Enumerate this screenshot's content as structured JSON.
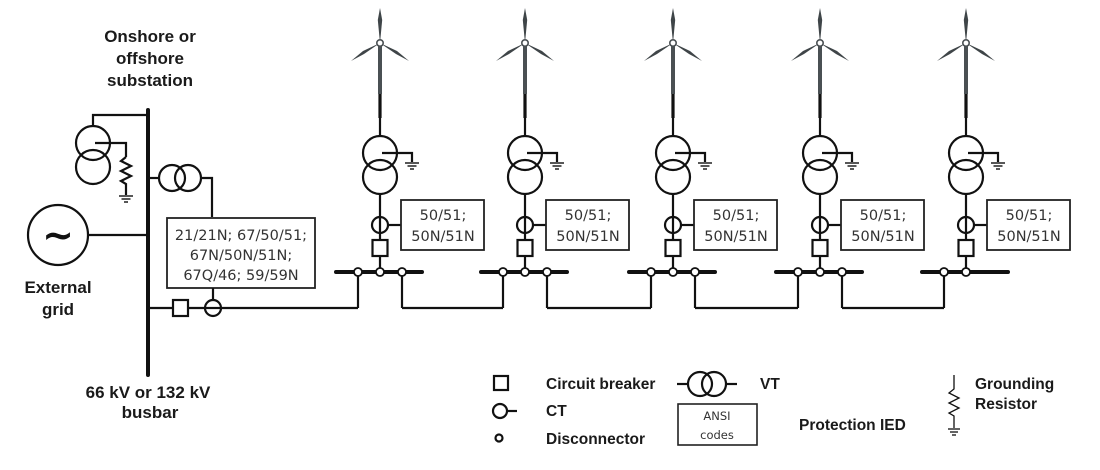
{
  "substation": {
    "title_lines": [
      "Onshore or",
      "offshore",
      "substation"
    ],
    "busbar_label_lines": [
      "66 kV or 132 kV",
      "busbar"
    ],
    "external_grid_label_lines": [
      "External",
      "grid"
    ],
    "generator_symbol": "~",
    "main_ied_codes": [
      "21/21N; 67/50/51;",
      "67N/50N/51N;",
      "67Q/46; 59/59N"
    ]
  },
  "feeders": [
    {
      "name": "wind-turbine-1",
      "ied_codes": [
        "50/51;",
        "50N/51N"
      ]
    },
    {
      "name": "wind-turbine-2",
      "ied_codes": [
        "50/51;",
        "50N/51N"
      ]
    },
    {
      "name": "wind-turbine-3",
      "ied_codes": [
        "50/51;",
        "50N/51N"
      ]
    },
    {
      "name": "wind-turbine-4",
      "ied_codes": [
        "50/51;",
        "50N/51N"
      ]
    },
    {
      "name": "wind-turbine-5",
      "ied_codes": [
        "50/51;",
        "50N/51N"
      ]
    }
  ],
  "legend": {
    "circuit_breaker": "Circuit breaker",
    "ct": "CT",
    "disconnector": "Disconnector",
    "vt": "VT",
    "ied_box_lines": [
      "ANSI",
      "codes"
    ],
    "protection_ied": "Protection IED",
    "grounding_resistor_lines": [
      "Grounding",
      "Resistor"
    ]
  }
}
